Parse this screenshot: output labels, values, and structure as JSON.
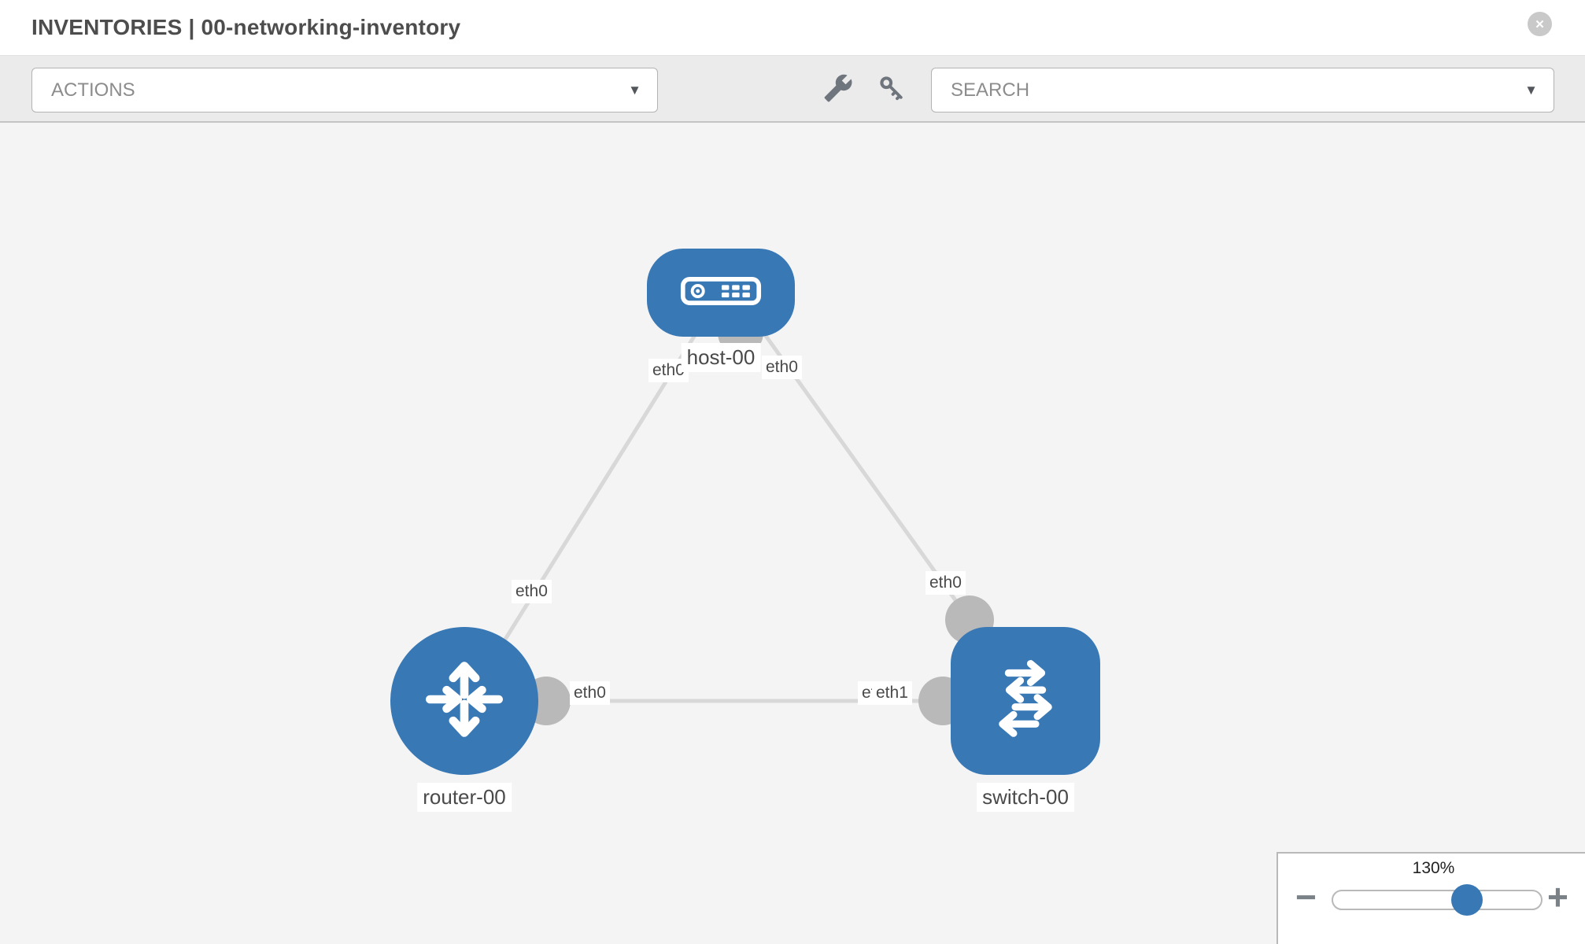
{
  "header": {
    "title": "INVENTORIES | 00-networking-inventory",
    "close_label": "✕"
  },
  "toolbar": {
    "actions_label": "ACTIONS",
    "search_label": "SEARCH",
    "caret": "▼"
  },
  "topology": {
    "nodes": [
      {
        "id": "host-00",
        "type": "host",
        "label": "host-00"
      },
      {
        "id": "router-00",
        "type": "router",
        "label": "router-00"
      },
      {
        "id": "switch-00",
        "type": "switch",
        "label": "switch-00"
      }
    ],
    "links": [
      {
        "from": "host-00",
        "to": "router-00",
        "from_interface": "eth0",
        "to_interface": "eth0"
      },
      {
        "from": "host-00",
        "to": "switch-00",
        "from_interface": "eth0",
        "to_interface": "eth0"
      },
      {
        "from": "router-00",
        "to": "switch-00",
        "from_interface": "eth0",
        "to_interface": "eth1"
      }
    ],
    "colors": {
      "node_blue": "#3878b5",
      "link_gray": "#d8d8d8",
      "dot_gray": "#b9b9b9",
      "canvas_bg": "#f4f4f4"
    }
  },
  "zoom_control": {
    "value_label": "130%",
    "minus_label": "−",
    "plus_label": "+"
  }
}
